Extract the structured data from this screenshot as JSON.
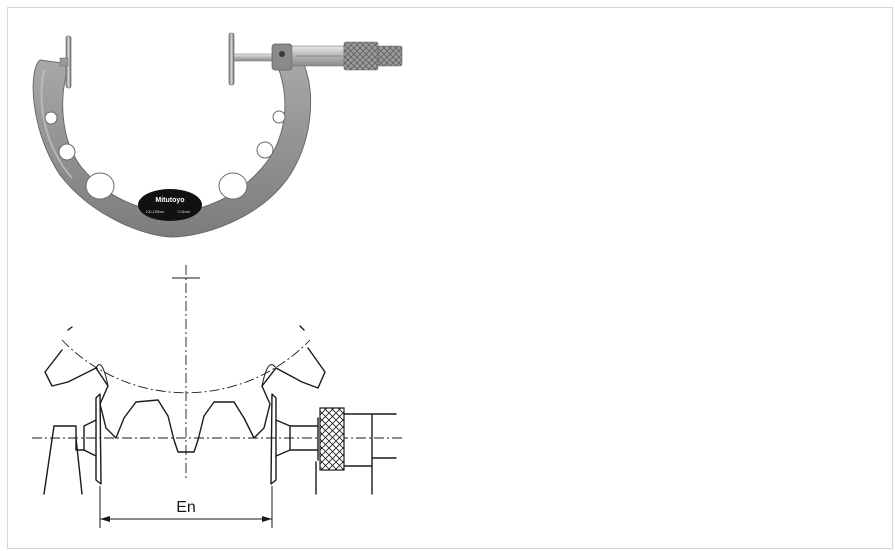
{
  "product_photo": {
    "brand_logo": "Mitutoyo",
    "range_marking": "100-125mm",
    "resolution_marking": "0.01mm",
    "frame_color": "#8f8f8f",
    "plate_color": "#111111"
  },
  "diagram": {
    "dimension_label": "En"
  }
}
